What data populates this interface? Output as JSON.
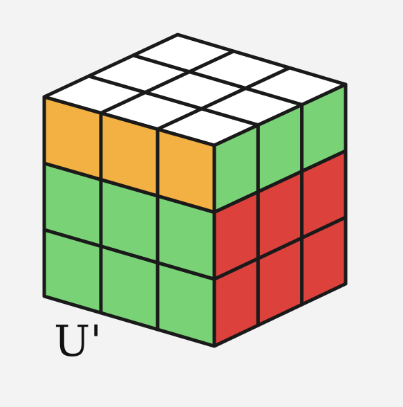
{
  "move_label": "U'",
  "colors": {
    "W": "#ffffff",
    "O": "#f2b142",
    "G": "#7ad276",
    "R": "#dc413b",
    "edge": "#1a1a1a"
  },
  "faces": {
    "top": [
      [
        "W",
        "W",
        "W"
      ],
      [
        "W",
        "W",
        "W"
      ],
      [
        "W",
        "W",
        "W"
      ]
    ],
    "front": [
      [
        "O",
        "O",
        "O"
      ],
      [
        "G",
        "G",
        "G"
      ],
      [
        "G",
        "G",
        "G"
      ]
    ],
    "right": [
      [
        "G",
        "G",
        "G"
      ],
      [
        "R",
        "R",
        "R"
      ],
      [
        "R",
        "R",
        "R"
      ]
    ]
  }
}
